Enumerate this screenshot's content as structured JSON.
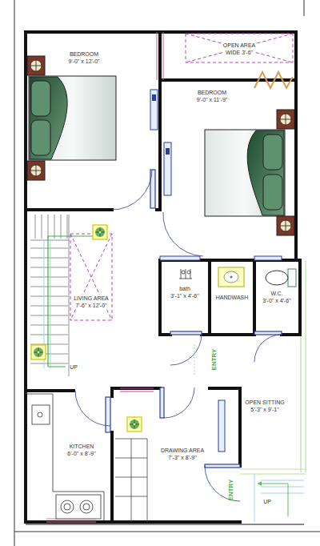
{
  "diagram": {
    "nodes": [
      {
        "text": [
          "BEDROOM",
          "9'-0\" x 12'-0\""
        ]
      },
      {
        "text": [
          "OPEN AREA",
          "WIDE 3'-6\""
        ]
      },
      {
        "text": [
          "BEDROOM",
          "9'-0\" x 11'-9\""
        ]
      },
      {
        "text": [
          "LIVING AREA",
          "7'-6\" x 12'-0\""
        ]
      },
      {
        "text": [
          "bath",
          "3'-1\" x 4'-6\""
        ]
      },
      {
        "text": [
          "W.C.",
          "3'-0\" x 4'-6\""
        ]
      },
      {
        "text": [
          "OPEN SITTING",
          "5'-3\" x 9'-1\""
        ]
      },
      {
        "text": [
          "KITCHEN",
          "6'-0\" x 8'-9\""
        ]
      },
      {
        "text": [
          "DRAWING AREA",
          "7'-3\" x 8'-9\""
        ]
      }
    ],
    "labels": [
      "HANDWASH",
      "ENTRY",
      "UP",
      "ENTRY",
      "UP"
    ]
  }
}
